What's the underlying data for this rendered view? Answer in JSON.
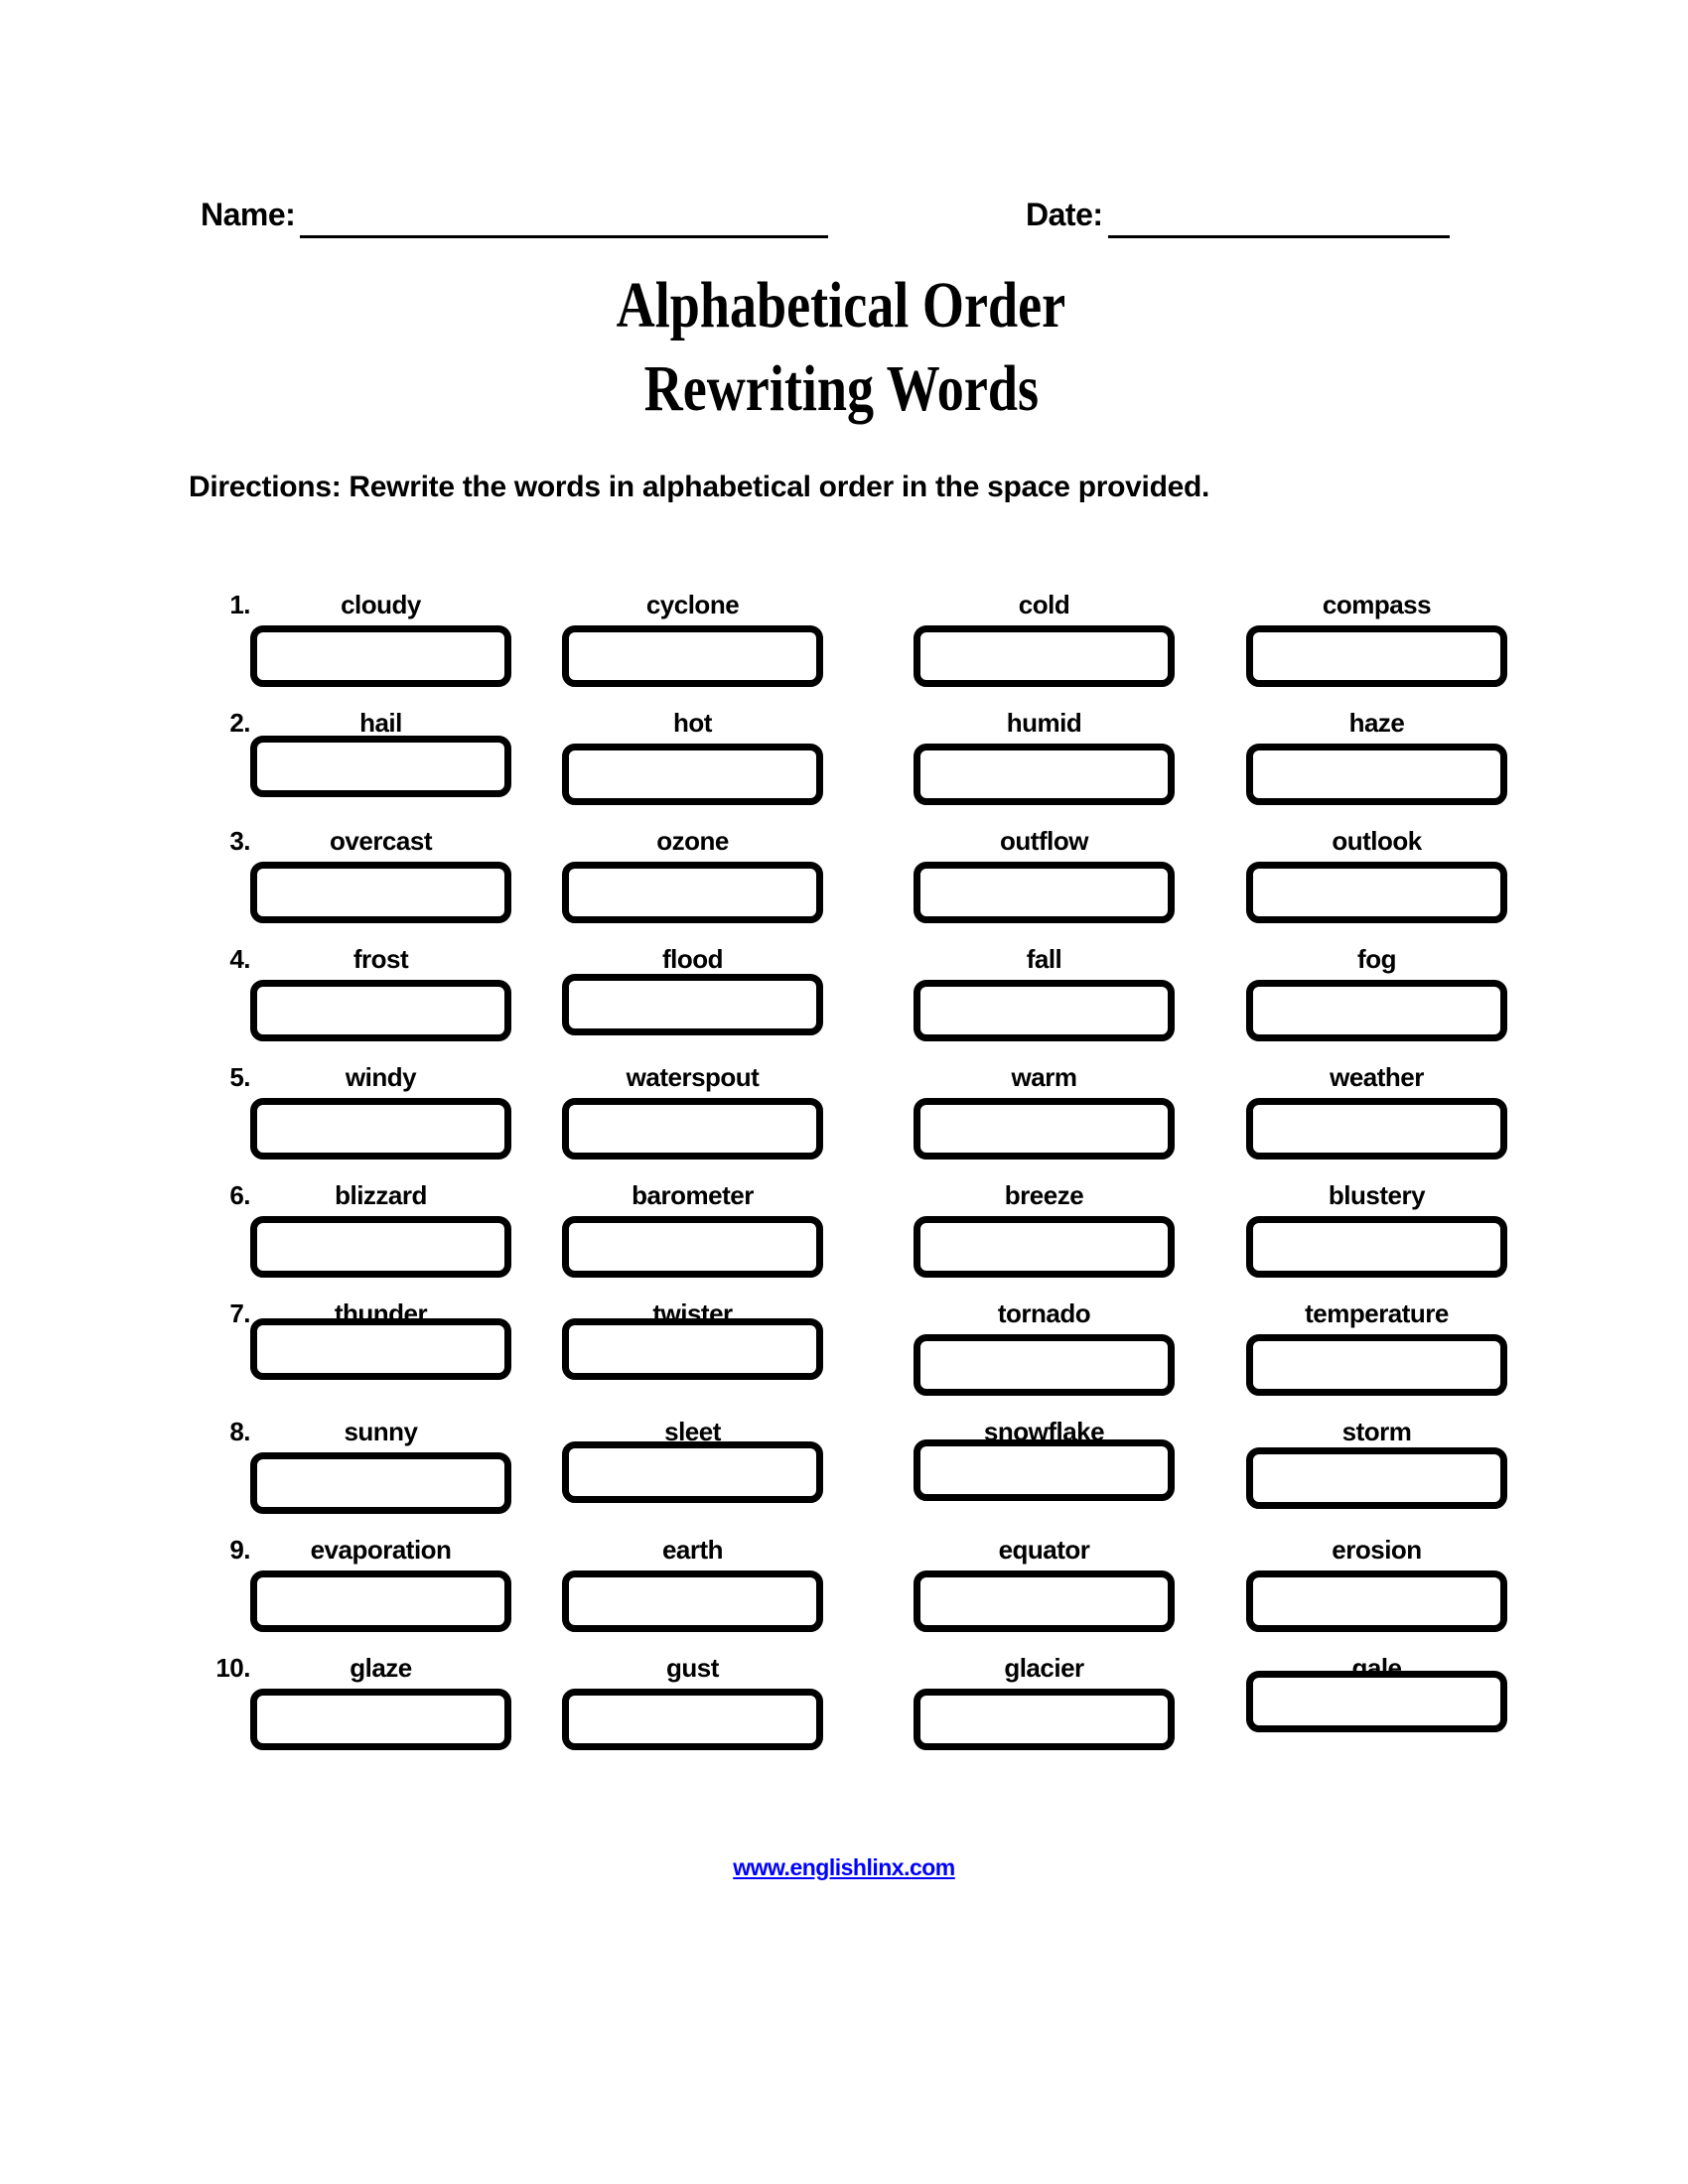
{
  "header": {
    "name_label": "Name:",
    "date_label": "Date:"
  },
  "title": {
    "line1": "Alphabetical Order",
    "line2": "Rewriting Words"
  },
  "directions": "Directions: Rewrite the words in alphabetical order in the space provided.",
  "rows": [
    {
      "number": "1.",
      "words": [
        "cloudy",
        "cyclone",
        "cold",
        "compass"
      ]
    },
    {
      "number": "2.",
      "words": [
        "hail",
        "hot",
        "humid",
        "haze"
      ]
    },
    {
      "number": "3.",
      "words": [
        "overcast",
        "ozone",
        "outflow",
        "outlook"
      ]
    },
    {
      "number": "4.",
      "words": [
        "frost",
        "flood",
        "fall",
        "fog"
      ]
    },
    {
      "number": "5.",
      "words": [
        "windy",
        "waterspout",
        "warm",
        "weather"
      ]
    },
    {
      "number": "6.",
      "words": [
        "blizzard",
        "barometer",
        "breeze",
        "blustery"
      ]
    },
    {
      "number": "7.",
      "words": [
        "thunder",
        "twister",
        "tornado",
        "temperature"
      ]
    },
    {
      "number": "8.",
      "words": [
        "sunny",
        "sleet",
        "snowflake",
        "storm"
      ]
    },
    {
      "number": "9.",
      "words": [
        "evaporation",
        "earth",
        "equator",
        "erosion"
      ]
    },
    {
      "number": "10.",
      "words": [
        "glaze",
        "gust",
        "glacier",
        "gale"
      ]
    }
  ],
  "footer": {
    "link_text": "www.englishlinx.com",
    "link_color": "#0000FF"
  }
}
